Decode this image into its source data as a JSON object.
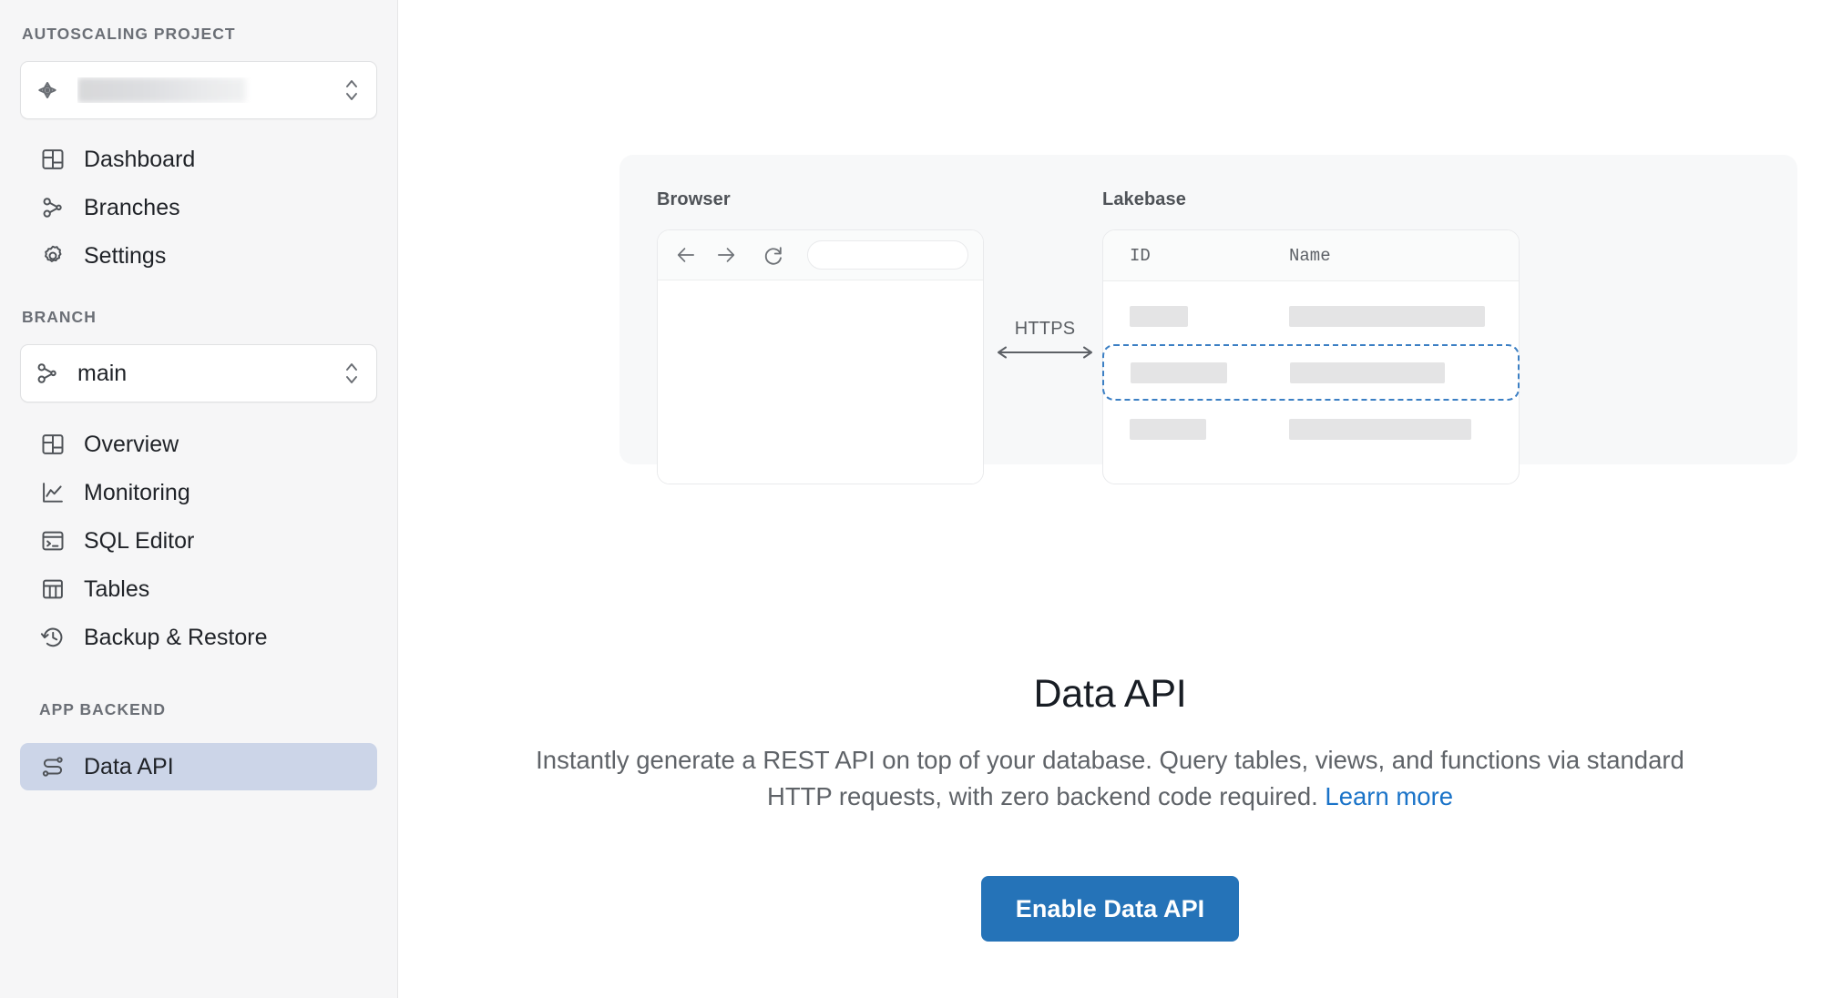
{
  "sidebar": {
    "project_section_label": "AUTOSCALING PROJECT",
    "project_selector": {
      "icon": "project-diamond-icon",
      "value": "",
      "stepper_icon": "chevron-up-down-icon"
    },
    "project_nav": [
      {
        "label": "Dashboard",
        "icon": "dashboard-grid-icon",
        "active": false
      },
      {
        "label": "Branches",
        "icon": "branch-icon",
        "active": false
      },
      {
        "label": "Settings",
        "icon": "gear-icon",
        "active": false
      }
    ],
    "branch_section_label": "BRANCH",
    "branch_selector": {
      "icon": "branch-icon",
      "value": "main",
      "stepper_icon": "chevron-up-down-icon"
    },
    "branch_nav": [
      {
        "label": "Overview",
        "icon": "overview-grid-icon",
        "active": false
      },
      {
        "label": "Monitoring",
        "icon": "line-chart-icon",
        "active": false
      },
      {
        "label": "SQL Editor",
        "icon": "terminal-icon",
        "active": false
      },
      {
        "label": "Tables",
        "icon": "table-icon",
        "active": false
      },
      {
        "label": "Backup & Restore",
        "icon": "clock-rewind-icon",
        "active": false
      }
    ],
    "backend_section_label": "APP BACKEND",
    "backend_nav": [
      {
        "label": "Data API",
        "icon": "data-api-route-icon",
        "active": true
      }
    ]
  },
  "illustration": {
    "browser": {
      "label": "Browser",
      "back_icon": "arrow-left-icon",
      "forward_icon": "arrow-right-icon",
      "reload_icon": "reload-icon",
      "url_value": ""
    },
    "arrow": {
      "label": "HTTPS",
      "icon": "double-headed-arrow-icon"
    },
    "lakebase": {
      "label": "Lakebase",
      "columns": [
        "ID",
        "Name"
      ],
      "rows": [
        {
          "selected": false,
          "id_width": 64,
          "name_width": 215
        },
        {
          "selected": true,
          "id_width": 106,
          "name_width": 170
        },
        {
          "selected": false,
          "id_width": 84,
          "name_width": 200
        }
      ],
      "selection_color": "#3b7fc4"
    }
  },
  "content": {
    "title": "Data API",
    "description": "Instantly generate a REST API on top of your database. Query tables, views, and functions via standard HTTP requests, with zero backend code required. ",
    "learn_more_label": "Learn more",
    "cta_label": "Enable Data API",
    "cta_color": "#2573b8",
    "link_color": "#1a73c8",
    "active_nav_color": "#ccd5e8"
  }
}
